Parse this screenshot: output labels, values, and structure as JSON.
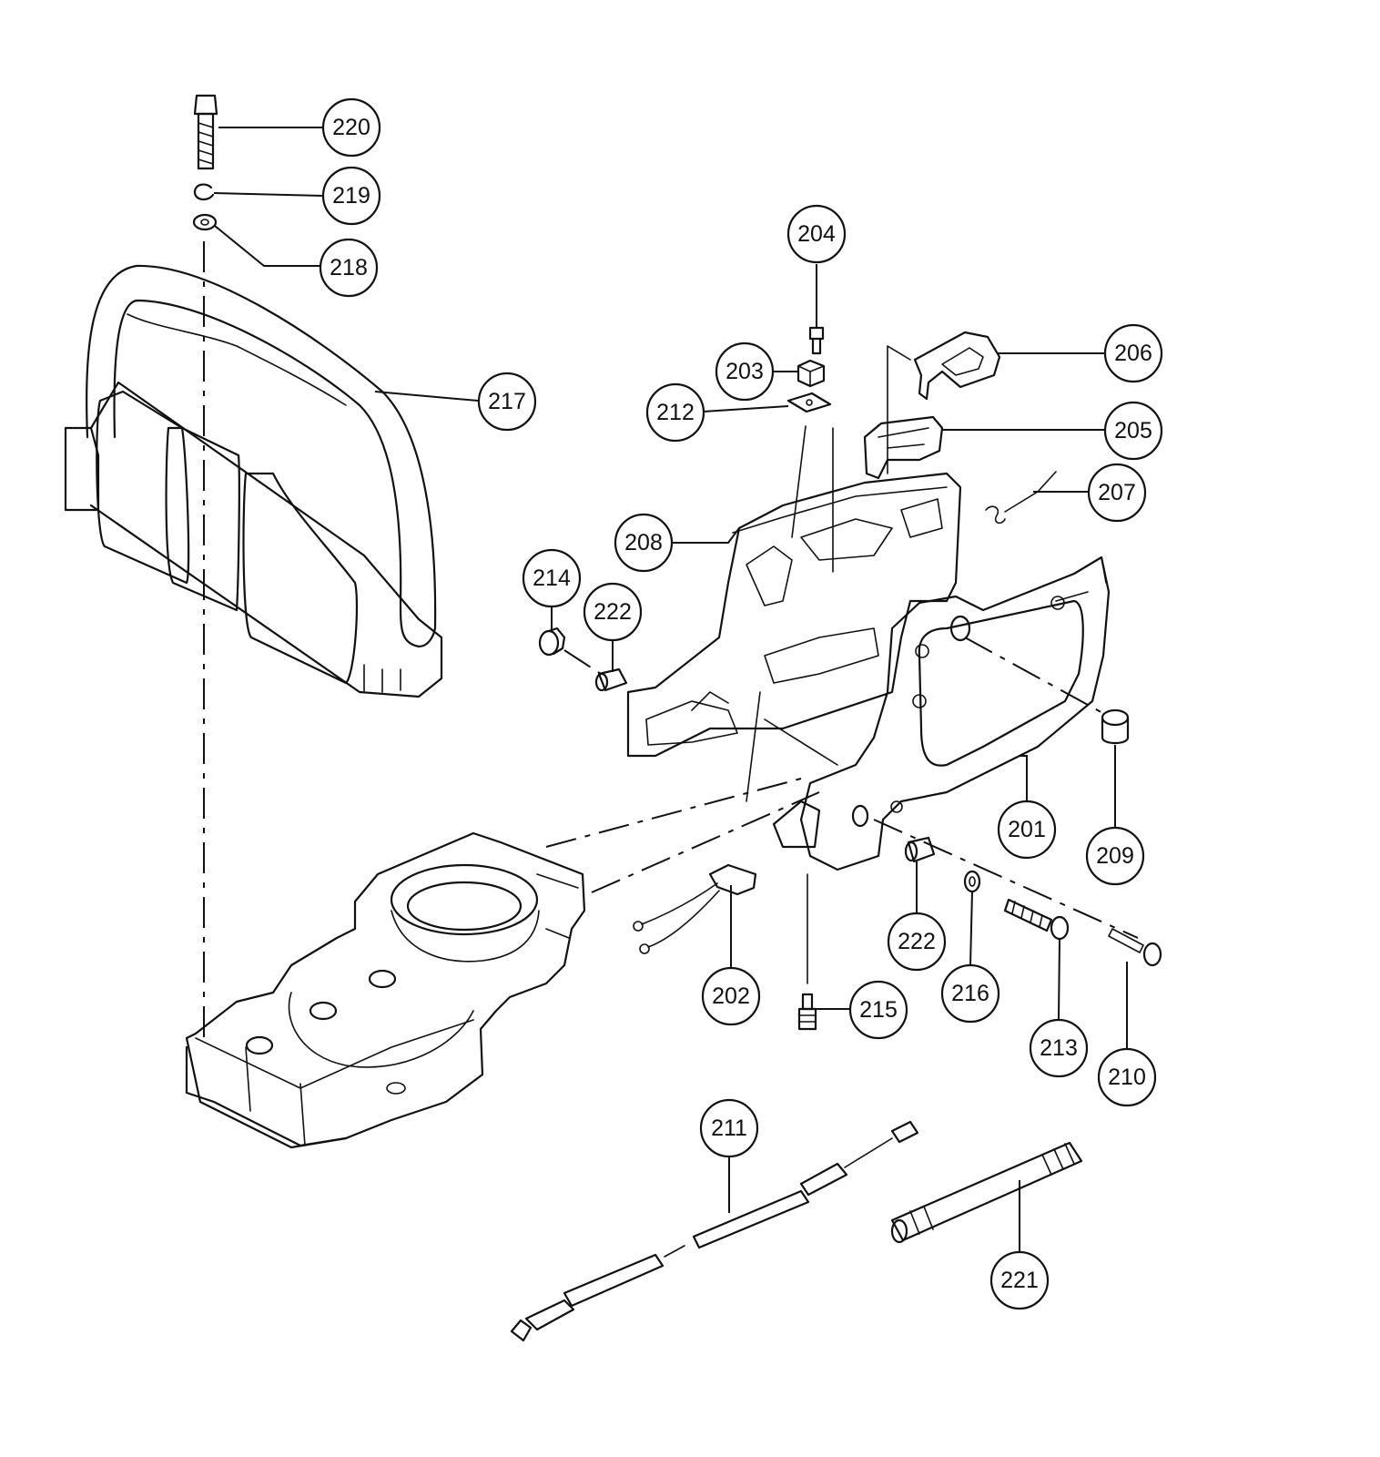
{
  "diagram": {
    "type": "exploded-parts-diagram",
    "callouts": [
      {
        "id": "c220",
        "label": "220"
      },
      {
        "id": "c219",
        "label": "219"
      },
      {
        "id": "c218",
        "label": "218"
      },
      {
        "id": "c217",
        "label": "217"
      },
      {
        "id": "c204",
        "label": "204"
      },
      {
        "id": "c203",
        "label": "203"
      },
      {
        "id": "c212",
        "label": "212"
      },
      {
        "id": "c206",
        "label": "206"
      },
      {
        "id": "c205",
        "label": "205"
      },
      {
        "id": "c207",
        "label": "207"
      },
      {
        "id": "c208",
        "label": "208"
      },
      {
        "id": "c214",
        "label": "214"
      },
      {
        "id": "c222a",
        "label": "222"
      },
      {
        "id": "c201",
        "label": "201"
      },
      {
        "id": "c209",
        "label": "209"
      },
      {
        "id": "c222b",
        "label": "222"
      },
      {
        "id": "c216",
        "label": "216"
      },
      {
        "id": "c202",
        "label": "202"
      },
      {
        "id": "c215",
        "label": "215"
      },
      {
        "id": "c213",
        "label": "213"
      },
      {
        "id": "c210",
        "label": "210"
      },
      {
        "id": "c211",
        "label": "211"
      },
      {
        "id": "c221",
        "label": "221"
      }
    ]
  }
}
